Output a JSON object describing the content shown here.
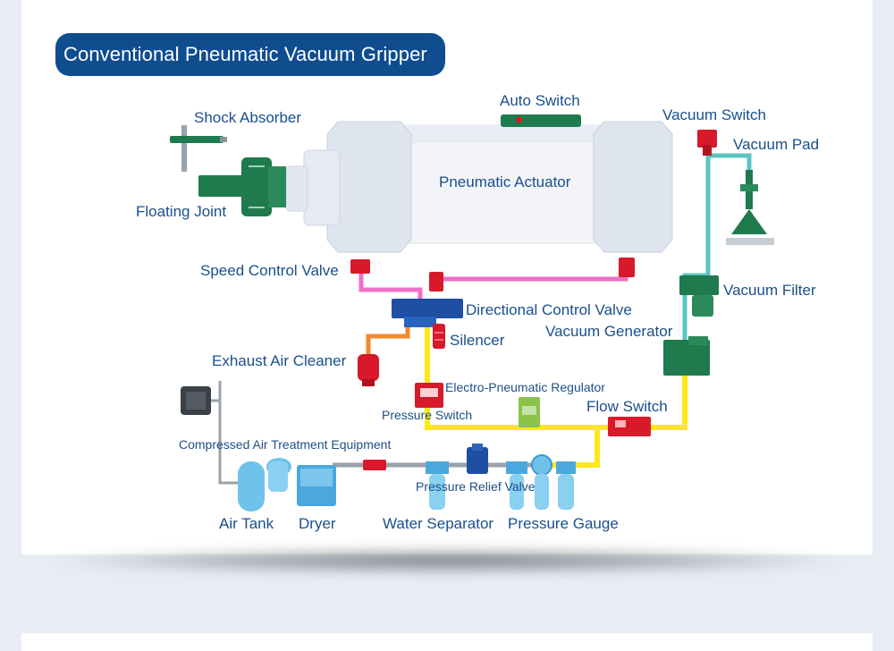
{
  "title": "Conventional Pneumatic Vacuum Gripper",
  "labels": {
    "shock_absorber": "Shock Absorber",
    "auto_switch": "Auto Switch",
    "vacuum_switch": "Vacuum Switch",
    "vacuum_pad": "Vacuum Pad",
    "pneumatic_actuator": "Pneumatic Actuator",
    "floating_joint": "Floating Joint",
    "speed_control_valve": "Speed Control Valve",
    "vacuum_filter": "Vacuum Filter",
    "directional_control_valve": "Directional Control Valve",
    "silencer": "Silencer",
    "vacuum_generator": "Vacuum Generator",
    "exhaust_air_cleaner": "Exhaust Air Cleaner",
    "electro_pneumatic_regulator": "Electro-Pneumatic Regulator",
    "pressure_switch": "Pressure Switch",
    "flow_switch": "Flow Switch",
    "compressed_air_treatment_equipment": "Compressed Air Treatment Equipment",
    "pressure_relief_valve": "Pressure Relief Valve",
    "air_tank": "Air Tank",
    "dryer": "Dryer",
    "water_separator": "Water Separator",
    "pressure_gauge": "Pressure Gauge"
  },
  "colors": {
    "title_bg": "#0f4d8f",
    "label_text": "#1a4f8c",
    "component_green": "#1f7a4e",
    "component_red": "#d7192a",
    "component_blue_dark": "#1e4fa3",
    "component_blue_light": "#6fc3ea",
    "line_yellow": "#ffe81a",
    "line_pink": "#f06fc8",
    "line_teal": "#5bc4c0",
    "line_orange": "#f08a2c",
    "line_gray": "#9aa2ab"
  }
}
